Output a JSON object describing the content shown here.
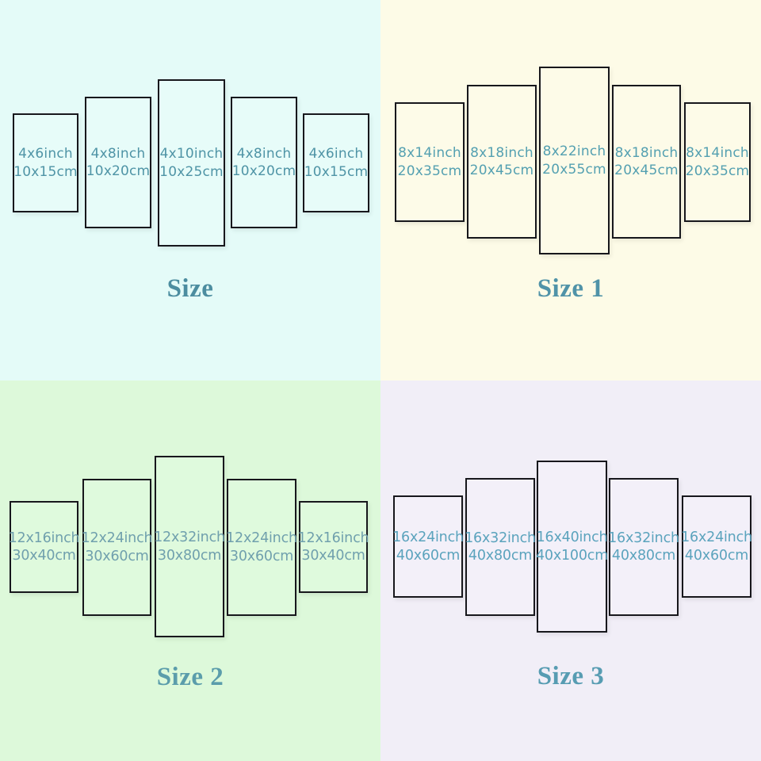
{
  "colors": {
    "panel_border": "#17171c"
  },
  "quadrants": [
    {
      "title": "Size",
      "colors": {
        "background": "#e4fbf8",
        "panel": "#e7fcf9",
        "label": "#4f94a6",
        "title": "#4c8da0"
      },
      "panels": [
        {
          "inch": "4x6inch",
          "cm": "10x15cm"
        },
        {
          "inch": "4x8inch",
          "cm": "10x20cm"
        },
        {
          "inch": "4x10inch",
          "cm": "10x25cm"
        },
        {
          "inch": "4x8inch",
          "cm": "10x20cm"
        },
        {
          "inch": "4x6inch",
          "cm": "10x15cm"
        }
      ]
    },
    {
      "title": "Size 1",
      "colors": {
        "background": "#fdfbe7",
        "panel": "#fdfbe8",
        "label": "#54a0b1",
        "title": "#5093a8"
      },
      "panels": [
        {
          "inch": "8x14inch",
          "cm": "20x35cm"
        },
        {
          "inch": "8x18inch",
          "cm": "20x45cm"
        },
        {
          "inch": "8x22inch",
          "cm": "20x55cm"
        },
        {
          "inch": "8x18inch",
          "cm": "20x45cm"
        },
        {
          "inch": "8x14inch",
          "cm": "20x35cm"
        }
      ]
    },
    {
      "title": "Size 2",
      "colors": {
        "background": "#ddf9da",
        "panel": "#dffadd",
        "label": "#70a0ad",
        "title": "#5b9dab"
      },
      "panels": [
        {
          "inch": "12x16inch",
          "cm": "30x40cm"
        },
        {
          "inch": "12x24inch",
          "cm": "30x60cm"
        },
        {
          "inch": "12x32inch",
          "cm": "30x80cm"
        },
        {
          "inch": "12x24inch",
          "cm": "30x60cm"
        },
        {
          "inch": "12x16inch",
          "cm": "30x40cm"
        }
      ]
    },
    {
      "title": "Size 3",
      "colors": {
        "background": "#f1eef7",
        "panel": "#f3f0f9",
        "label": "#5ba3bd",
        "title": "#579cb2"
      },
      "panels": [
        {
          "inch": "16x24inch",
          "cm": "40x60cm"
        },
        {
          "inch": "16x32inch",
          "cm": "40x80cm"
        },
        {
          "inch": "16x40inch",
          "cm": "40x100cm"
        },
        {
          "inch": "16x32inch",
          "cm": "40x80cm"
        },
        {
          "inch": "16x24inch",
          "cm": "40x60cm"
        }
      ]
    }
  ]
}
